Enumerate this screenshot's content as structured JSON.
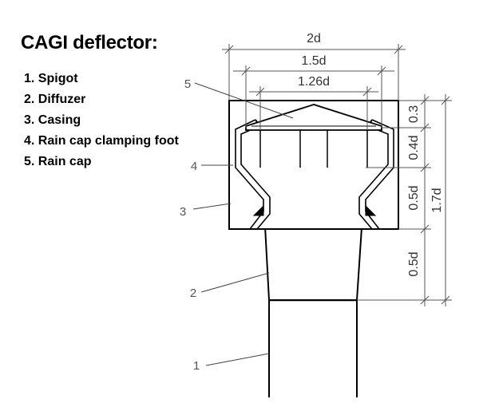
{
  "title": "CAGI deflector:",
  "legend": [
    {
      "num": "1.",
      "label": "Spigot"
    },
    {
      "num": "2.",
      "label": "Diffuzer"
    },
    {
      "num": "3.",
      "label": "Casing"
    },
    {
      "num": "4.",
      "label": "Rain cap clamping foot"
    },
    {
      "num": "5.",
      "label": "Rain cap"
    }
  ],
  "dimensions": {
    "width_2d": "2d",
    "width_1_5d": "1.5d",
    "width_1_26d": "1.26d",
    "height_0_3": "0.3",
    "height_0_4d": "0.4d",
    "height_0_5d_upper": "0.5d",
    "height_0_5d_lower": "0.5d",
    "height_1_7d": "1.7d"
  },
  "callouts": [
    "1",
    "2",
    "3",
    "4",
    "5"
  ]
}
